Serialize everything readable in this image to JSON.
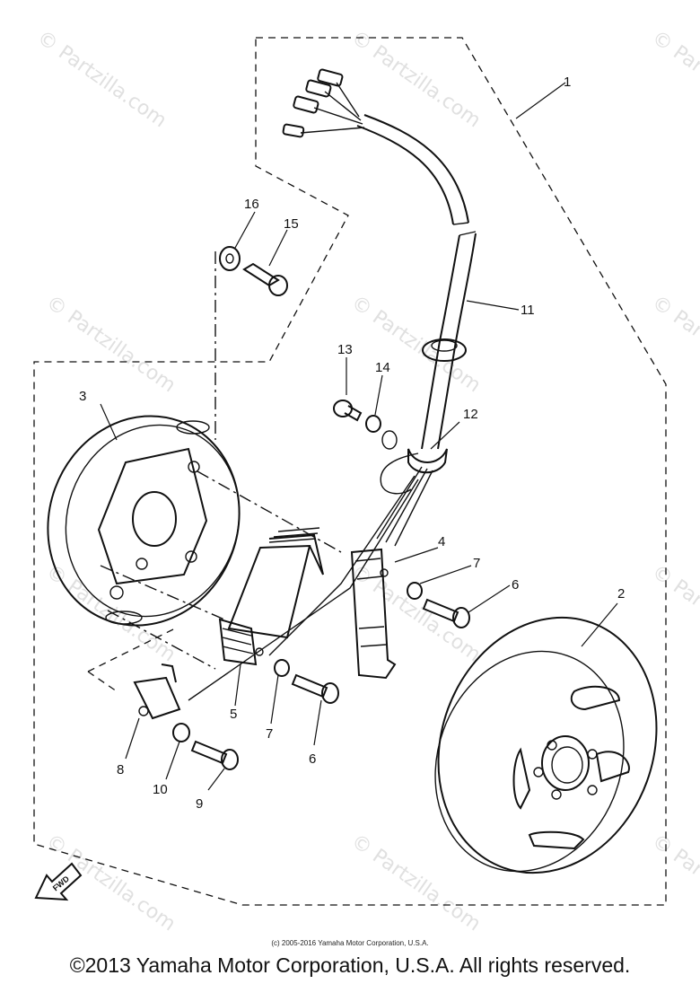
{
  "watermarks": [
    "© Partzilla.com",
    "© Partzilla.com",
    "© Partzilla.com",
    "© Partzilla.com",
    "© Partzilla.com",
    "© Partzilla.com",
    "© Partzilla.com",
    "© Partzilla.com",
    "© Partzilla.com",
    "© Partzilla.com",
    "© Partzilla.com",
    "© Partzilla.com"
  ],
  "callouts": {
    "p1": "1",
    "p2": "2",
    "p3": "3",
    "p4": "4",
    "p5": "5",
    "p6a": "6",
    "p6b": "6",
    "p7a": "7",
    "p7b": "7",
    "p8": "8",
    "p9": "9",
    "p10": "10",
    "p11": "11",
    "p12": "12",
    "p13": "13",
    "p14": "14",
    "p15": "15",
    "p16": "16"
  },
  "fwd_label": "FWD",
  "footer": {
    "small_copyright": "(c) 2005-2016 Yamaha Motor Corporation, U.S.A.",
    "main_copyright": "©2013 Yamaha Motor Corporation, U.S.A. All rights reserved."
  }
}
